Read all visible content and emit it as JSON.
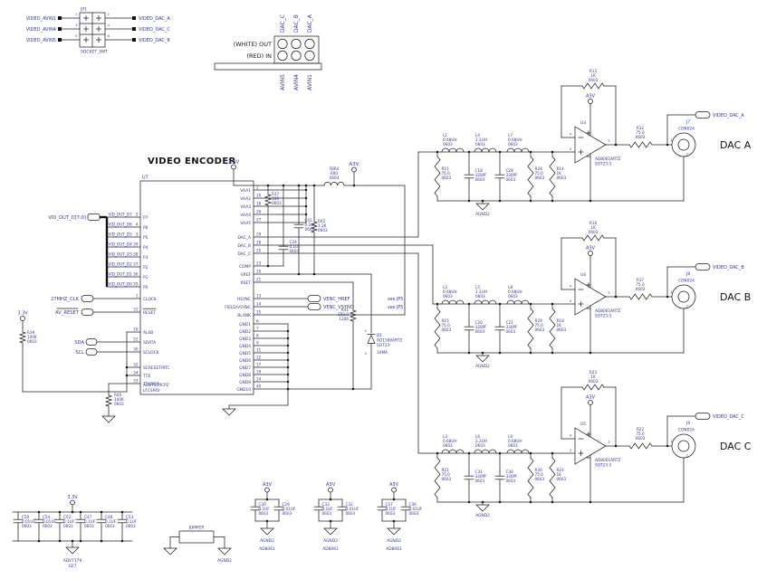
{
  "jp1": {
    "refdes": "JP1",
    "footprint": "SOCKET_SMT",
    "left_ports": [
      "VIDEO_AVIN1",
      "VIDEO_AVIN4",
      "VIDEO_AVIN5"
    ],
    "right_ports": [
      "VIDEO_DAC_A",
      "VIDEO_DAC_C",
      "VIDEO_DAC_B"
    ],
    "pin_numbers": [
      "1",
      "2",
      "3",
      "4",
      "5",
      "6"
    ]
  },
  "rca": {
    "top_labels": [
      "DAC_C",
      "DAC_B",
      "DAC_A"
    ],
    "row_labels": [
      "(WHITE) OUT",
      "(RED) IN"
    ],
    "bottom_labels": [
      "AVIN5",
      "AVIN4",
      "AVIN1"
    ]
  },
  "encoder": {
    "title": "VIDEO ENCODER",
    "refdes": "U7",
    "part": "ADV7179CPZ",
    "package": "LFCSP40",
    "left": [
      {
        "n": "5",
        "l": "P7"
      },
      {
        "n": "4",
        "l": "P6"
      },
      {
        "n": "3",
        "l": "P5"
      },
      {
        "n": "39",
        "l": "P4"
      },
      {
        "n": "38",
        "l": "P3"
      },
      {
        "n": "37",
        "l": "P2"
      },
      {
        "n": "36",
        "l": "P1"
      },
      {
        "n": "35",
        "l": "P0"
      },
      {
        "n": "1",
        "l": "CLOCK"
      },
      {
        "n": "31",
        "l": "RESET"
      },
      {
        "n": "16",
        "l": "ALSB"
      },
      {
        "n": "22",
        "l": "SDATA"
      },
      {
        "n": "30",
        "l": "SCLOCK"
      },
      {
        "n": "32",
        "l": "SCRESET/RTC"
      },
      {
        "n": "34",
        "l": "TTX"
      },
      {
        "n": "33",
        "l": "TTXREQ"
      }
    ],
    "right": [
      {
        "n": "2",
        "l": "VAA1"
      },
      {
        "n": "10",
        "l": "VAA2"
      },
      {
        "n": "18",
        "l": "VAA3"
      },
      {
        "n": "26",
        "l": "VAA4"
      },
      {
        "n": "27",
        "l": "VAA5"
      },
      {
        "n": "29",
        "l": "DAC_A"
      },
      {
        "n": "28",
        "l": "DAC_B"
      },
      {
        "n": "25",
        "l": "DAC_C"
      },
      {
        "n": "23",
        "l": "COMP"
      },
      {
        "n": "20",
        "l": "VREF"
      },
      {
        "n": "21",
        "l": "RSET"
      },
      {
        "n": "13",
        "l": "HSYNC"
      },
      {
        "n": "14",
        "l": "FIELD/VSYNC"
      },
      {
        "n": "15",
        "l": "BLANK"
      },
      {
        "n": "6",
        "l": "GND1"
      },
      {
        "n": "7",
        "l": "GND2"
      },
      {
        "n": "8",
        "l": "GND3"
      },
      {
        "n": "9",
        "l": "GND4"
      },
      {
        "n": "11",
        "l": "GND5"
      },
      {
        "n": "12",
        "l": "GND6"
      },
      {
        "n": "17",
        "l": "GND7"
      },
      {
        "n": "19",
        "l": "GND8"
      },
      {
        "n": "24",
        "l": "GND9"
      },
      {
        "n": "40",
        "l": "GND10"
      }
    ],
    "vid_out": [
      "VID_OUT_D7",
      "VID_OUT_D6",
      "VID_OUT_D5",
      "VID_OUT_D4",
      "VID_OUT_D3",
      "VID_OUT_D2",
      "VID_OUT_D1",
      "VID_OUT_D0"
    ]
  },
  "left": {
    "bus_label": "VID_OUT_D[7:0]",
    "clk_port": "27MHZ_CLK",
    "reset_port": "AV_RESET",
    "sda": "SDA",
    "scl": "SCL",
    "supply": "3.3V",
    "r39": {
      "ref": "R39",
      "val": "100K",
      "fp": "0603"
    },
    "r40": {
      "ref": "R40",
      "val": "100K",
      "fp": "0603"
    }
  },
  "mid": {
    "supply_33": "3.3V",
    "supply_a3v": "A3V",
    "ferrite": {
      "ref": "FBR4",
      "val": "600",
      "fp": "0603"
    },
    "r_pull": {
      "ref": "R37",
      "val": "10K",
      "fp": "0603"
    },
    "c_comp": {
      "ref": "C34",
      "val": "0.1UF",
      "fp": "0603"
    },
    "c_vref": {
      "ref": "C41",
      "val": "0.1UF",
      "fp": "0603"
    },
    "r_vref": {
      "ref": "R42",
      "val": "1.2K",
      "fp": "0603"
    },
    "r_rset": {
      "ref": "R41",
      "val": "150.0",
      "fp": "1206"
    },
    "diode": {
      "ref": "D1",
      "part": "AD1580ARTZ",
      "pkg": "SOT23",
      "note": "10MA",
      "pin1": "1",
      "pin2": "2"
    },
    "venc_href": "VENC_HREF",
    "venc_vsync": "VENC_VSYNC",
    "see_jp5": "see JP5"
  },
  "channels": [
    {
      "name": "DAC A",
      "output_port": "VIDEO_DAC_A",
      "supply": "A3V",
      "gnd": "AGND2",
      "jack": {
        "ref": "J7",
        "part": "CON024",
        "pin1": "1",
        "pin2": "2"
      },
      "opamp": {
        "ref": "U3",
        "part": "AD8061ARTZ",
        "pkg": "SOT23-5",
        "pins": [
          "4",
          "3",
          "1"
        ]
      },
      "inductors": [
        {
          "ref": "L1",
          "val": "0.68UH",
          "fp": "0603"
        },
        {
          "ref": "L4",
          "val": "2.2UH",
          "fp": "0603"
        },
        {
          "ref": "L7",
          "val": "0.68UH",
          "fp": "0603"
        }
      ],
      "shunts": [
        {
          "ref": "R11",
          "val": "75.0",
          "fp": "0603"
        },
        {
          "ref": "C18",
          "val": "330PF",
          "fp": "0603"
        },
        {
          "ref": "C28",
          "val": "330PF",
          "fp": "0603"
        },
        {
          "ref": "R28",
          "val": "75.0",
          "fp": "0603"
        },
        {
          "ref": "R14",
          "val": "1K",
          "fp": "0603"
        }
      ],
      "r_fb": {
        "ref": "R13",
        "val": "1K",
        "fp": "0603"
      },
      "r_out": {
        "ref": "R12",
        "val": "75.0",
        "fp": "0603"
      }
    },
    {
      "name": "DAC B",
      "output_port": "VIDEO_DAC_B",
      "supply": "A3V",
      "gnd": "AGND2",
      "jack": {
        "ref": "J8",
        "part": "CON024",
        "pin1": "1",
        "pin2": "2"
      },
      "opamp": {
        "ref": "U4",
        "part": "AD8061ARTZ",
        "pkg": "SOT23-5",
        "pins": [
          "4",
          "3",
          "1"
        ]
      },
      "inductors": [
        {
          "ref": "L2",
          "val": "0.68UH",
          "fp": "0603"
        },
        {
          "ref": "L5",
          "val": "2.2UH",
          "fp": "0603"
        },
        {
          "ref": "L8",
          "val": "0.68UH",
          "fp": "0603"
        }
      ],
      "shunts": [
        {
          "ref": "R15",
          "val": "75.0",
          "fp": "0603"
        },
        {
          "ref": "C20",
          "val": "330PF",
          "fp": "0603"
        },
        {
          "ref": "C21",
          "val": "330PF",
          "fp": "0603"
        },
        {
          "ref": "R29",
          "val": "75.0",
          "fp": "0603"
        },
        {
          "ref": "R18",
          "val": "1K",
          "fp": "0603"
        }
      ],
      "r_fb": {
        "ref": "R16",
        "val": "1K",
        "fp": "0603"
      },
      "r_out": {
        "ref": "R17",
        "val": "75.0",
        "fp": "0603"
      }
    },
    {
      "name": "DAC C",
      "output_port": "VIDEO_DAC_C",
      "supply": "A3V",
      "gnd": "AGND2",
      "jack": {
        "ref": "J9",
        "part": "CON024",
        "pin1": "1",
        "pin2": "2"
      },
      "opamp": {
        "ref": "U5",
        "part": "AD8061ARTZ",
        "pkg": "SOT23-5",
        "pins": [
          "4",
          "3",
          "1"
        ]
      },
      "inductors": [
        {
          "ref": "L3",
          "val": "0.68UH",
          "fp": "0603"
        },
        {
          "ref": "L6",
          "val": "2.2UH",
          "fp": "0603"
        },
        {
          "ref": "L9",
          "val": "0.68UH",
          "fp": "0603"
        }
      ],
      "shunts": [
        {
          "ref": "R21",
          "val": "75.0",
          "fp": "0603"
        },
        {
          "ref": "C31",
          "val": "330PF",
          "fp": "0603"
        },
        {
          "ref": "C38",
          "val": "330PF",
          "fp": "0603"
        },
        {
          "ref": "R30",
          "val": "75.0",
          "fp": "0603"
        },
        {
          "ref": "R24",
          "val": "1K",
          "fp": "0603"
        }
      ],
      "r_fb": {
        "ref": "R23",
        "val": "1K",
        "fp": "0603"
      },
      "r_out": {
        "ref": "R22",
        "val": "75.0",
        "fp": "0603"
      }
    }
  ],
  "bottom": {
    "bank": {
      "supply": "3.3V",
      "caps": [
        {
          "ref": "C50",
          "val": "0.01UF",
          "fp": "0603"
        },
        {
          "ref": "C54",
          "val": "0.01UF",
          "fp": "0603"
        },
        {
          "ref": "C52",
          "val": "0.1UF",
          "fp": "0603"
        },
        {
          "ref": "C47",
          "val": "0.1UF",
          "fp": "0603"
        },
        {
          "ref": "C48",
          "val": "0.1UF",
          "fp": "0603"
        },
        {
          "ref": "C53",
          "val": "0.1UF",
          "fp": "0603"
        }
      ],
      "gnd_l1": "ADV7179",
      "gnd_l2": "U27"
    },
    "jumper": {
      "label": "JUMPER",
      "gnd_right": "AGND2"
    },
    "groups": [
      {
        "supply": "A3V",
        "c1": {
          "ref": "C30",
          "val": "0.1UF",
          "fp": "0603"
        },
        "c2": {
          "ref": "C29",
          "val": "0.01UF",
          "fp": "0603"
        },
        "gnd": "AGND2",
        "note": "AD8061"
      },
      {
        "supply": "A3V",
        "c1": {
          "ref": "C33",
          "val": "0.1UF",
          "fp": "0603"
        },
        "c2": {
          "ref": "C32",
          "val": "0.01UF",
          "fp": "0603"
        },
        "gnd": "AGND2",
        "note": "AD8061"
      },
      {
        "supply": "A3V",
        "c1": {
          "ref": "C37",
          "val": "0.1UF",
          "fp": "0603"
        },
        "c2": {
          "ref": "C36",
          "val": "0.01UF",
          "fp": "0603"
        },
        "gnd": "AGND2",
        "note": "AD8061"
      }
    ]
  }
}
